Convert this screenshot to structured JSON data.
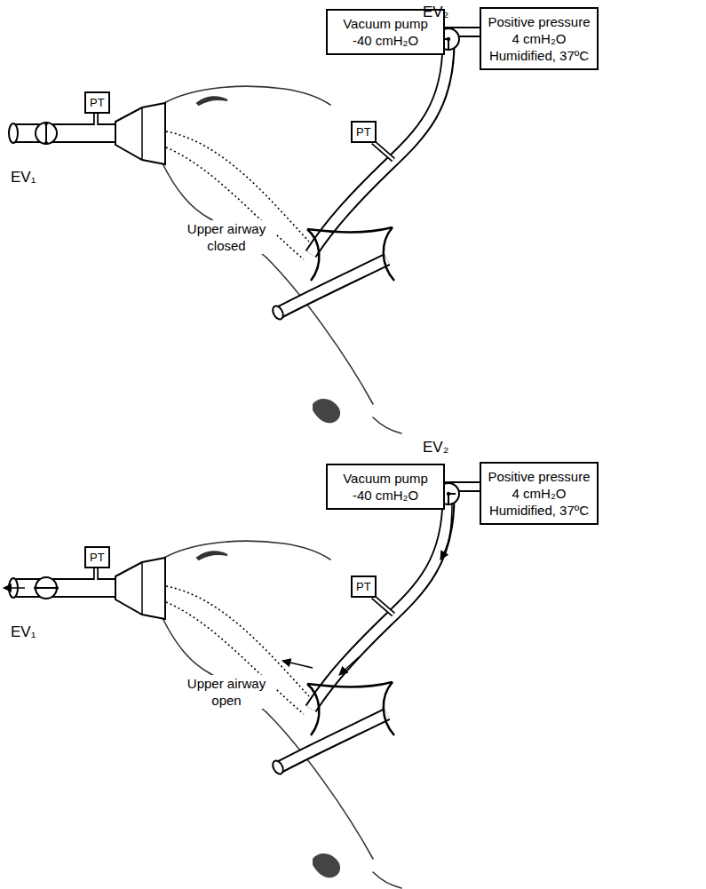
{
  "diagram": {
    "nodes": [
      {
        "text": [
          "Vacuum pump -40 cmH₂O"
        ]
      },
      {
        "text": [
          "Positive pressure 4 cmH₂O Humidified, 37ºC"
        ]
      },
      {
        "text": [
          "PT"
        ]
      },
      {
        "text": [
          "PT"
        ]
      },
      {
        "text": [
          "Vacuum pump -40 cmH₂O"
        ]
      },
      {
        "text": [
          "Positive pressure 4 cmH₂O Humidified, 37ºC"
        ]
      },
      {
        "text": [
          "PT"
        ]
      },
      {
        "text": [
          "PT"
        ]
      }
    ],
    "edges": [
      {
        "from": 0,
        "to": 1,
        "arrow": "none"
      },
      {
        "from": 4,
        "to": 5,
        "arrow": "none"
      }
    ],
    "labels": [
      "EV₂",
      "EV₁",
      "Upper airway closed",
      "EV₂",
      "EV₁",
      "Upper airway open"
    ]
  }
}
